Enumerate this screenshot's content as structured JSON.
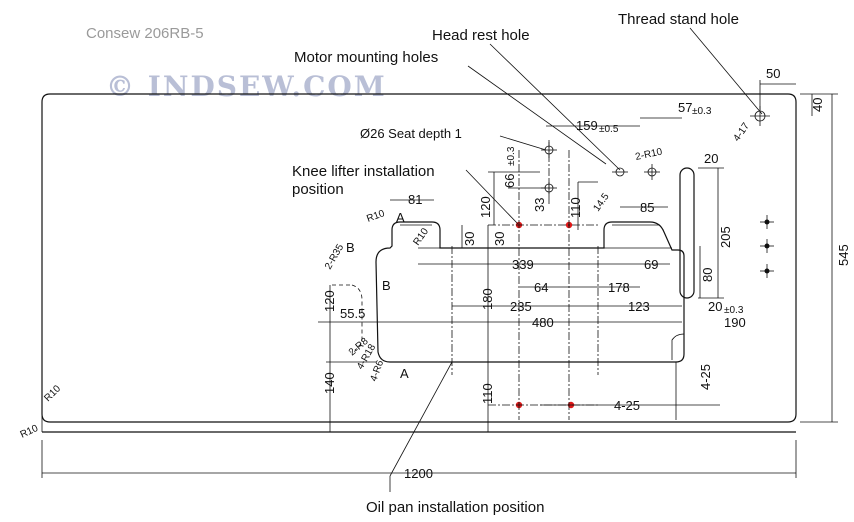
{
  "model": "Consew 206RB-5",
  "watermark": "© INDSEW.COM",
  "labels": {
    "head_rest_hole": "Head rest hole",
    "thread_stand_hole": "Thread stand hole",
    "motor_mounting_holes": "Motor mounting holes",
    "seat_depth": "Ø26 Seat depth 1",
    "knee_lifter_1": "Knee lifter installation",
    "knee_lifter_2": "position",
    "oil_pan": "Oil pan installation position"
  },
  "dims": {
    "d50": "50",
    "d40": "40",
    "d57": "57",
    "d57tol": "±0.3",
    "d159": "159",
    "d159tol": "±0.5",
    "d2r10a": "2-R10",
    "d20a": "20",
    "d66": "66",
    "d66tol": "±0.3",
    "d14_5": "14.5",
    "d4_17": "4-17",
    "d110a": "110",
    "d33": "33",
    "d120a": "120",
    "d85": "85",
    "d205": "205",
    "d81": "81",
    "dA1": "A",
    "dR10a": "R10",
    "dR10b": "R10",
    "d30a": "30",
    "d30b": "30",
    "dB1": "B",
    "dB2": "B",
    "d2r35": "2-R35",
    "d339": "339",
    "d69": "69",
    "d80": "80",
    "d545": "545",
    "d64": "64",
    "d178": "178",
    "d180": "180",
    "d120b": "120",
    "d235": "235",
    "d123": "123",
    "d20b": "20",
    "d20btol": "±0.3",
    "d55_5": "55.5",
    "d480": "480",
    "d190": "190",
    "d4r18": "4-R18",
    "d4r6": "4-R6",
    "d2r8": "2-R8",
    "d140": "140",
    "dA2": "A",
    "d110b": "110",
    "d4_25a": "4-25",
    "d4_25b": "4-25",
    "dR10c": "R10",
    "dR10d": "R10",
    "d1200": "1200"
  }
}
